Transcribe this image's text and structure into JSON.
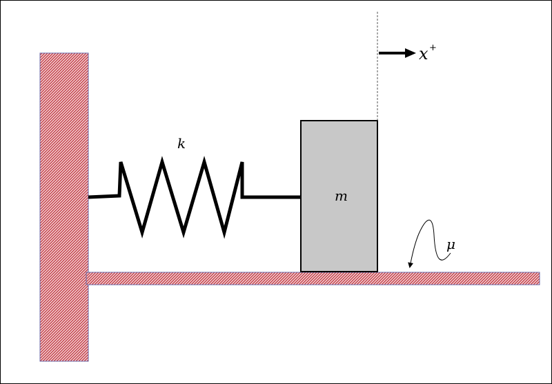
{
  "labels": {
    "spring_constant": "k",
    "mass": "m",
    "friction": "μ",
    "direction": "x",
    "direction_sup": "+"
  },
  "colors": {
    "hatch_stroke": "#c0303a",
    "hatch_fill": "#f3d4d6",
    "hatch_border": "#6a6aa8",
    "block_fill": "#c8c8c8",
    "ink": "#000000"
  }
}
